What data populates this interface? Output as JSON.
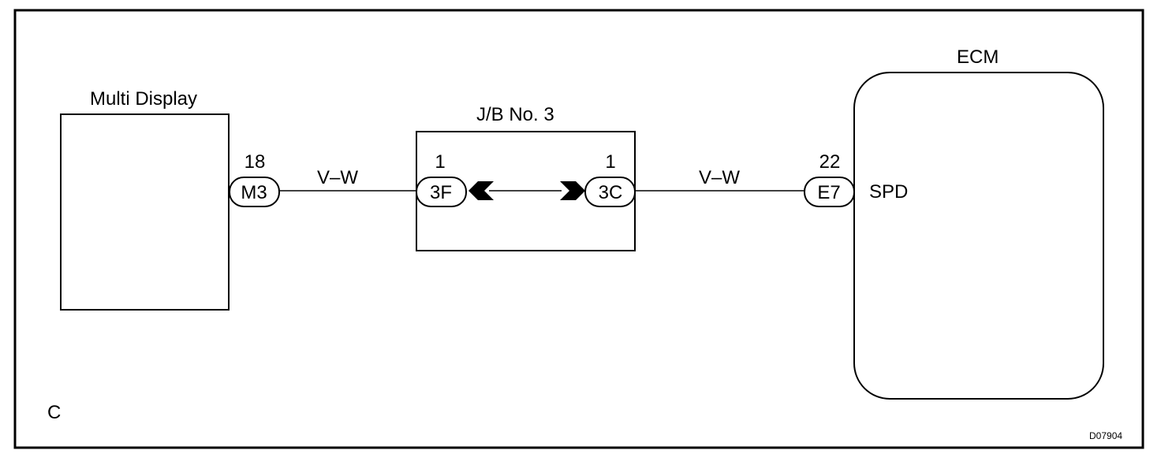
{
  "components": {
    "multi_display": {
      "label": "Multi Display"
    },
    "junction_block": {
      "label": "J/B No. 3"
    },
    "ecm": {
      "label": "ECM",
      "terminal_label": "SPD"
    }
  },
  "connectors": {
    "m3": {
      "code": "M3",
      "pin": "18"
    },
    "jb_3f": {
      "code": "3F",
      "pin": "1"
    },
    "jb_3c": {
      "code": "3C",
      "pin": "1"
    },
    "e7": {
      "code": "E7",
      "pin": "22"
    }
  },
  "wires": {
    "left": {
      "color_code": "V–W"
    },
    "right": {
      "color_code": "V–W"
    }
  },
  "corner_label": "C",
  "figure_code": "D07904"
}
